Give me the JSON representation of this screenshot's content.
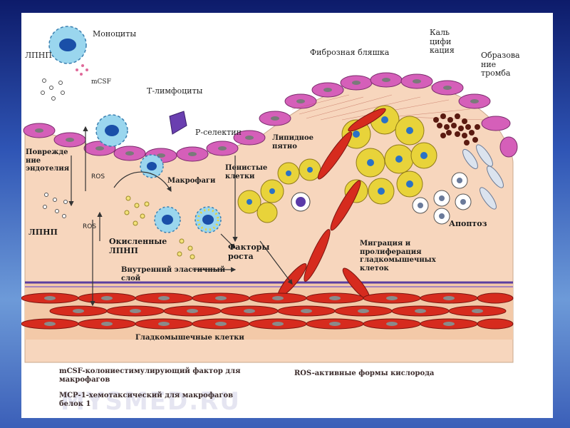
{
  "diagram": {
    "labels": {
      "monocytes": "Моноциты",
      "ldl_top": "ЛПНП",
      "mcsf": "mCSF",
      "t_lymphocytes": "Т-лимфоциты",
      "p_selectin": "Р-селектин",
      "fibrous_plaque": "Фиброзная бляшка",
      "calcification": "Каль\nцифи\nкация",
      "thrombus": "Образова\nние\nтромба",
      "endothelium_damage": "Поврежде\nние\nэндотелия",
      "ros": "ROS",
      "macrophages": "Макрофаги",
      "foam_cells": "Пенистые\nклетки",
      "lipid_spot": "Липидное\nпятно",
      "ldl_mid": "ЛПНП",
      "ros2": "ROS",
      "oxidized_ldl": "Окисленные\nЛПНП",
      "growth_factors": "Факторы\nроста",
      "migration": "Миграция и\nпролиферация\nгладкомышечных\nклеток",
      "apoptosis": "Апоптоз",
      "elastic_layer": "Внутренний эластичный\nслой",
      "smooth_muscle": "Гладкомышечные клетки"
    }
  },
  "footer": {
    "mcsf_def": "mCSF-колониестимулирующий фактор для\nмакрофагов",
    "mcp_def": "МСР-1-хемотаксический для макрофагов\nбелок 1",
    "ros_def": "ROS-активные формы кислорода"
  },
  "watermark": "MYSMED.RU",
  "colors": {
    "background_top": "#0d1b6a",
    "intima": "#f7d6bd",
    "endothelium": "#d55fb9",
    "smooth_muscle_cell": "#d62b1e",
    "foam_cell": "#e8d33a",
    "macrophage": "#7fc8e8"
  }
}
